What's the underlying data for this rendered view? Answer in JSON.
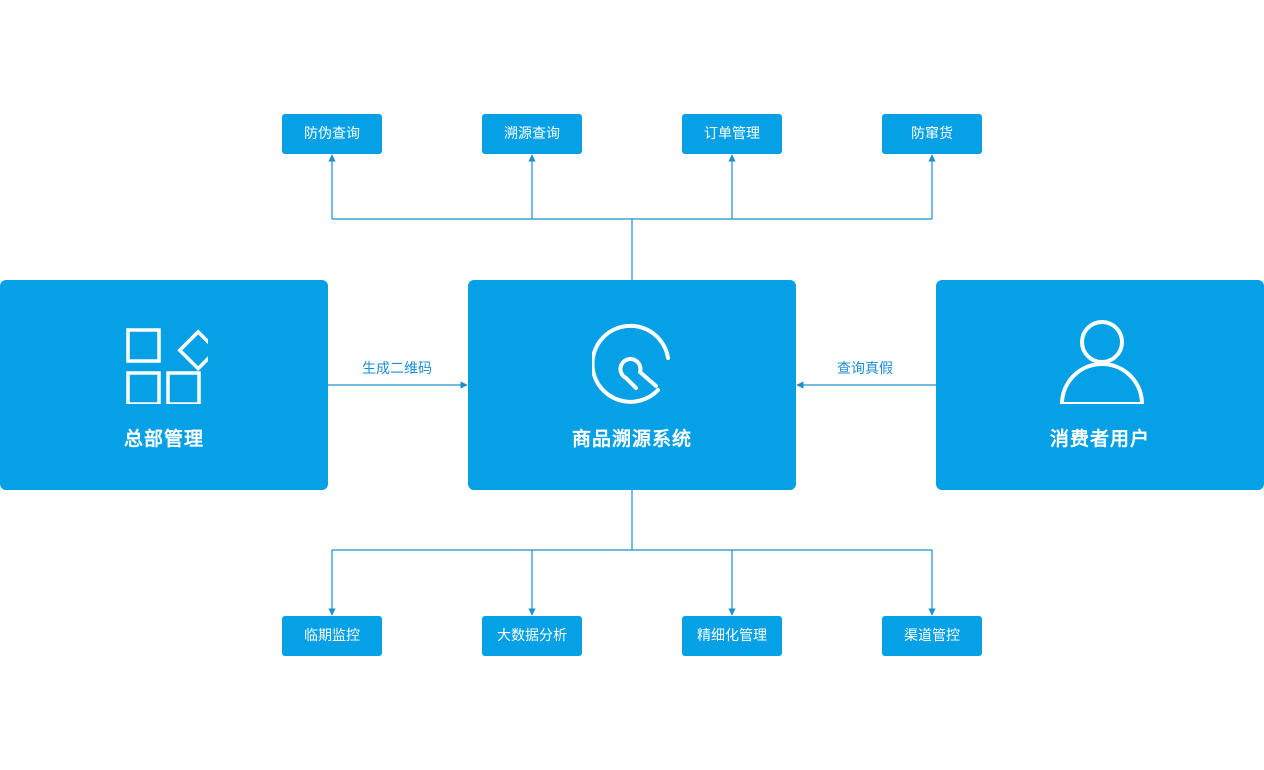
{
  "nodes": {
    "hq": {
      "label": "总部管理",
      "icon": "apps-grid-icon"
    },
    "trace_system": {
      "label": "商品溯源系统",
      "icon": "trace-logo-icon"
    },
    "consumer": {
      "label": "消费者用户",
      "icon": "user-icon"
    }
  },
  "edges": {
    "hq_to_system": "生成二维码",
    "consumer_to_system": "查询真假"
  },
  "top_features": [
    "防伪查询",
    "溯源查询",
    "订单管理",
    "防窜货"
  ],
  "bottom_features": [
    "临期监控",
    "大数据分析",
    "精细化管理",
    "渠道管控"
  ],
  "colors": {
    "box": "#05a0e6",
    "line": "#1d8fd0",
    "text_on_box": "#ffffff"
  }
}
